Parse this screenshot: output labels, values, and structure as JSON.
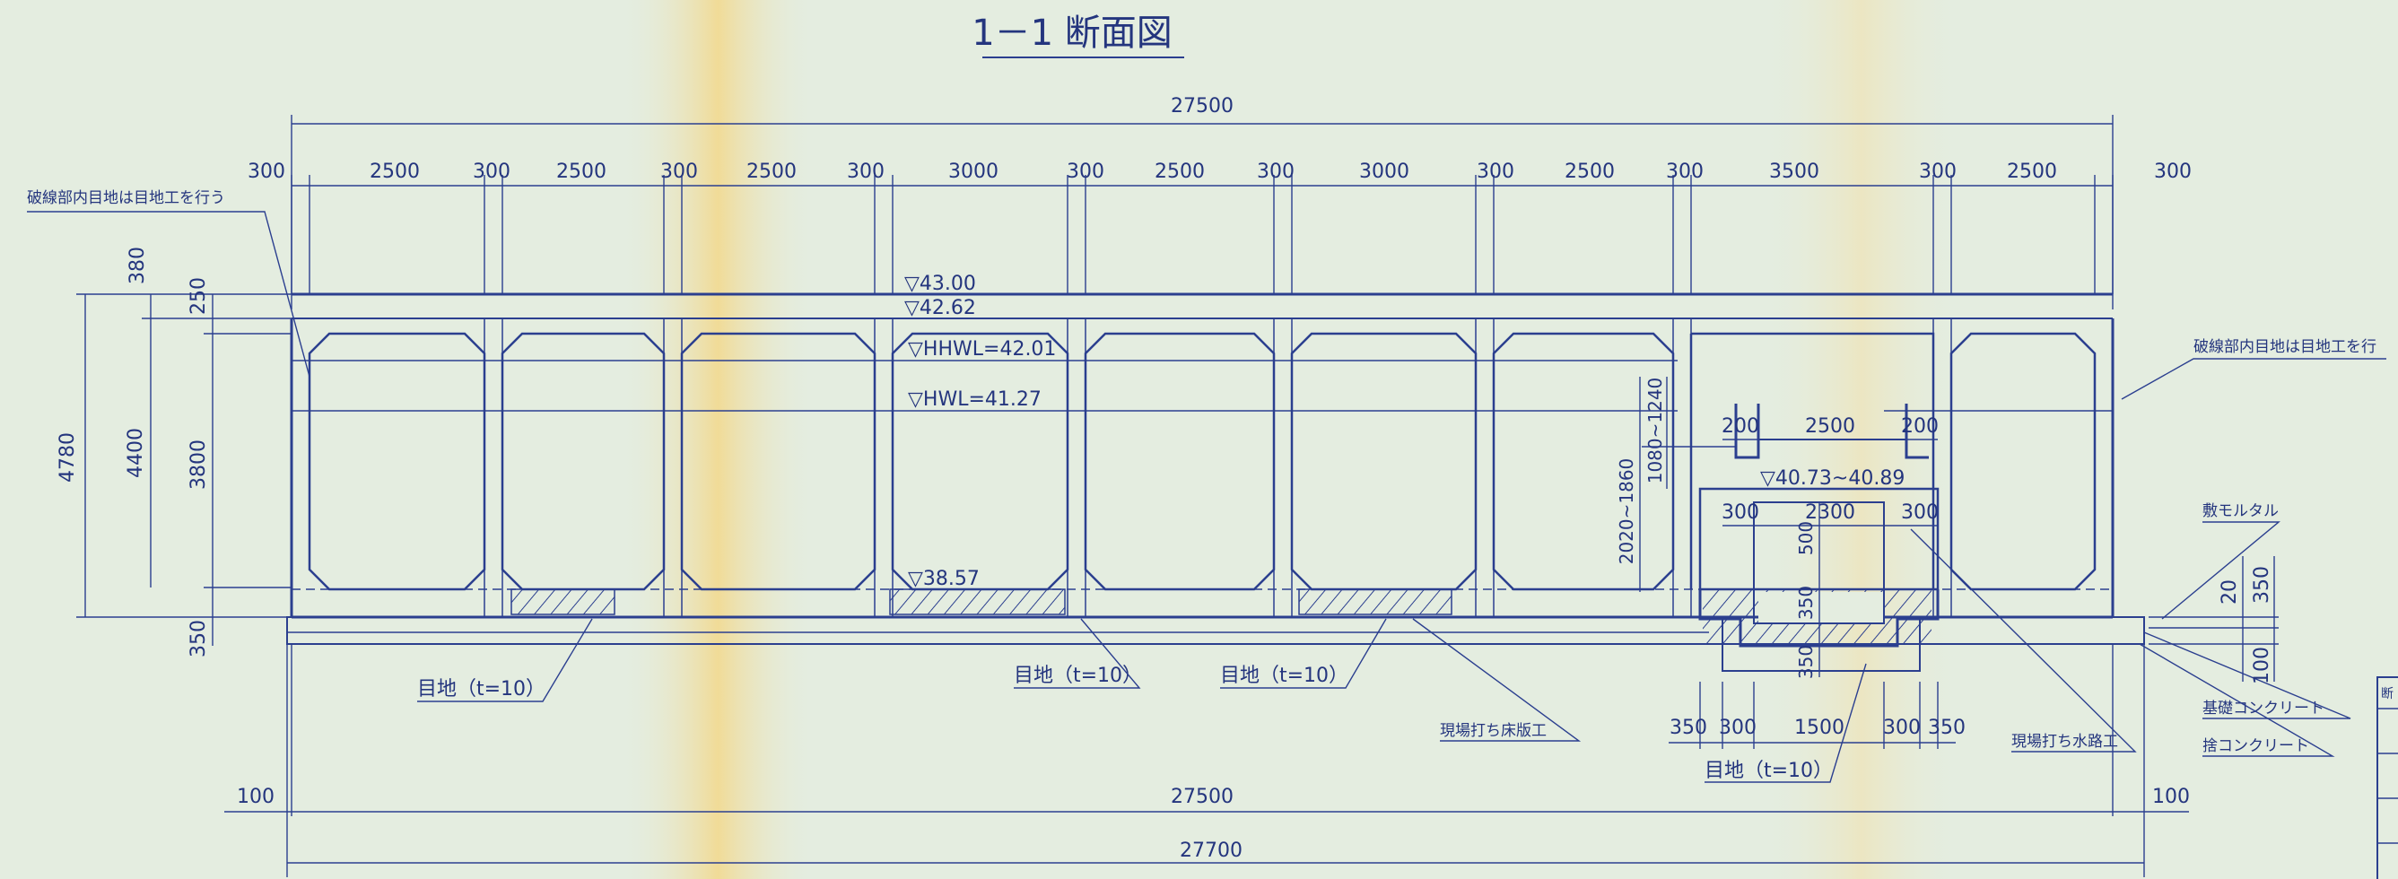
{
  "title": "1－1 断面図",
  "colors": {
    "line": "#2b3f8f",
    "paper": "#e4ede0",
    "hatch": "#2b3f8f"
  },
  "dims_top": {
    "overall": "27500",
    "segments": [
      "300",
      "2500",
      "300",
      "2500",
      "300",
      "2500",
      "300",
      "3000",
      "300",
      "2500",
      "300",
      "3000",
      "300",
      "2500",
      "300",
      "3500",
      "300",
      "2500",
      "300"
    ]
  },
  "dims_bottom": {
    "inner_left": "100",
    "inner": "27500",
    "inner_right": "100",
    "outer": "27700"
  },
  "dims_left": {
    "total": "4780",
    "body": "4400",
    "top": "380",
    "cover": "250",
    "inner": "3800",
    "base": "350"
  },
  "levels": {
    "l1": "▽43.00",
    "l2": "▽42.62",
    "l3": "▽HHWL=42.01",
    "l4": "▽HWL=41.27",
    "l5": "▽38.57",
    "l6": "▽40.73~40.89"
  },
  "channel": {
    "top_dims": [
      "200",
      "2500",
      "200"
    ],
    "mid_dims": [
      "300",
      "2300",
      "300"
    ],
    "bottom_dims": [
      "350",
      "300",
      "1500",
      "300",
      "350"
    ],
    "v_dims": [
      "1080~1240",
      "2020~1860",
      "500",
      "350",
      "350"
    ]
  },
  "right_dims": [
    "20",
    "350",
    "100"
  ],
  "labels": {
    "note_left": "破線部内目地は目地工を行う",
    "note_right": "破線部内目地は目地工を行",
    "joint1": "目地（t=10）",
    "joint2": "目地（t=10）",
    "joint3": "目地（t=10）",
    "joint4": "目地（t=10）",
    "slab": "現場打ち床版工",
    "waterway": "現場打ち水路工",
    "mortar": "敷モルタル",
    "base_concrete": "基礎コンクリート",
    "lean_concrete": "捨コンクリート"
  },
  "legend_box": {
    "text": "断"
  }
}
